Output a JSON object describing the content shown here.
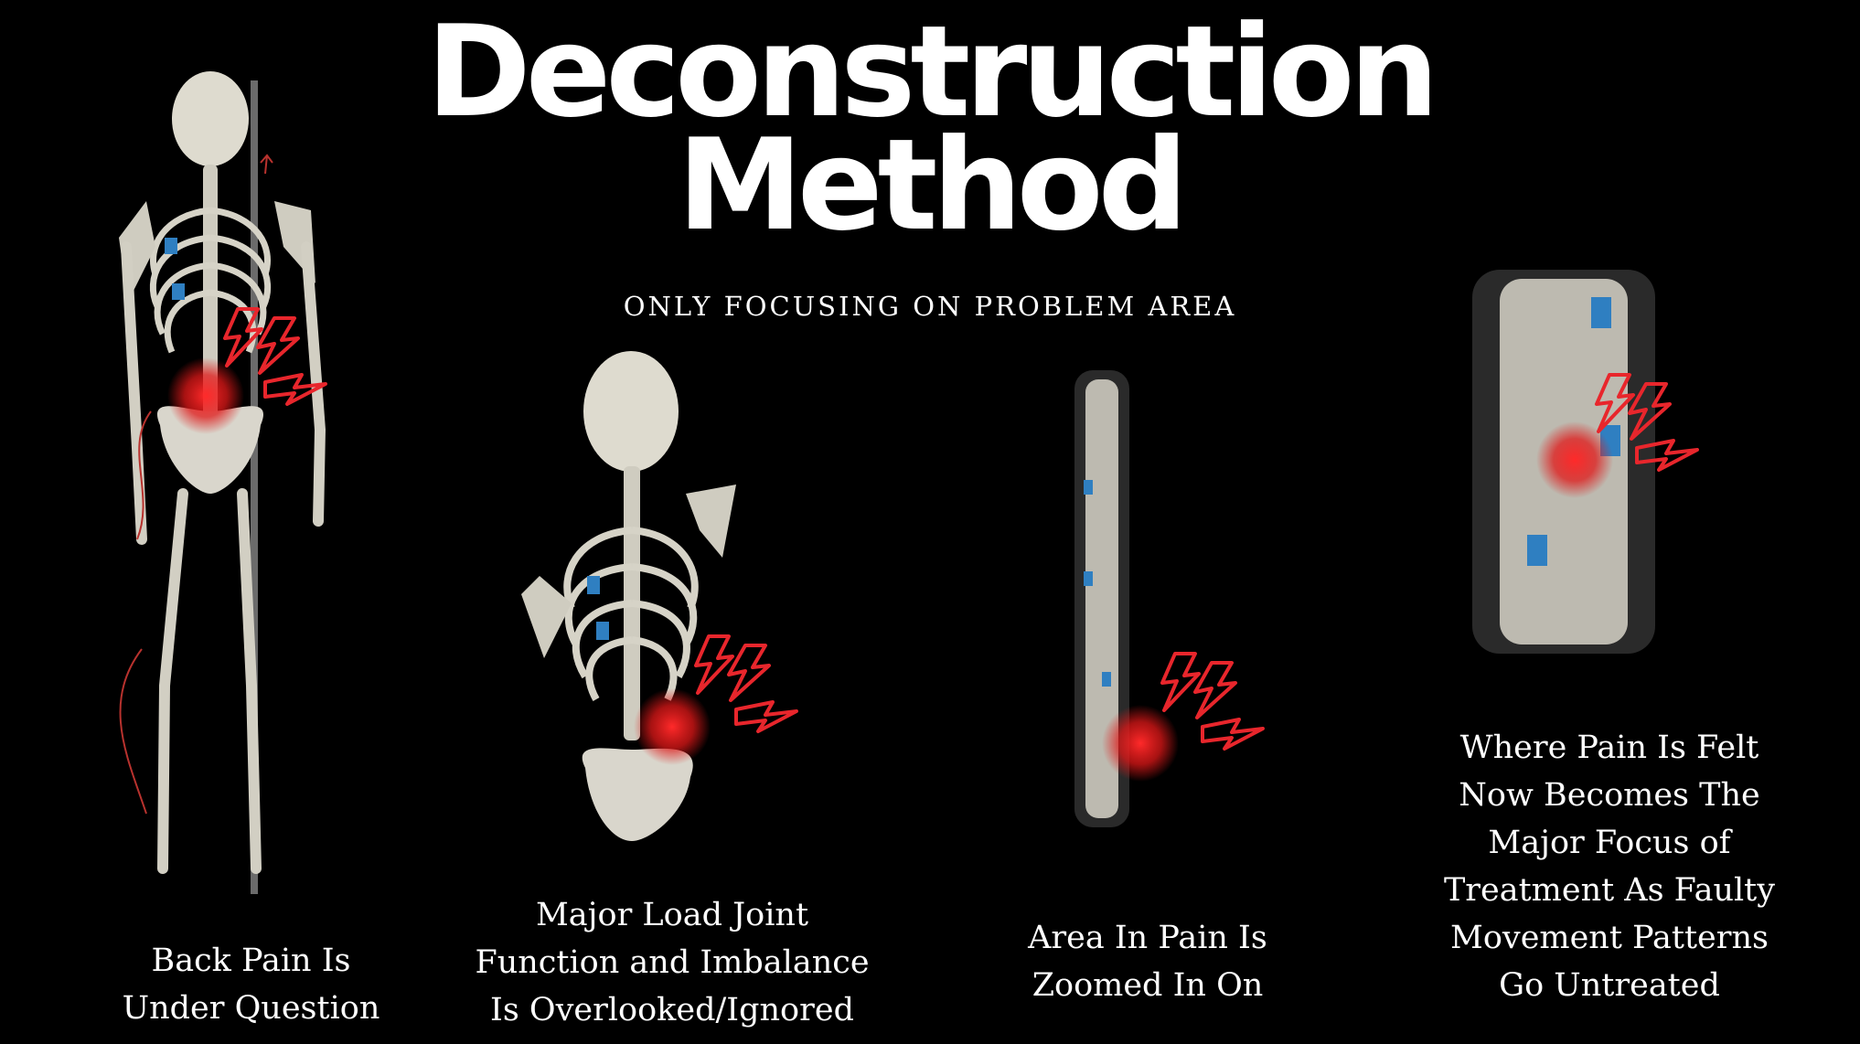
{
  "title": {
    "line1": "Deconstruction",
    "line2": "Method"
  },
  "subtitle": "ONLY FOCUSING ON PROBLEM AREA",
  "panels": [
    {
      "caption": [
        "Back Pain Is",
        "Under Question"
      ]
    },
    {
      "caption": [
        "Major Load Joint",
        "Function and Imbalance",
        "Is Overlooked/Ignored"
      ]
    },
    {
      "caption": [
        "Area In Pain Is",
        "Zoomed In On"
      ]
    },
    {
      "caption": [
        "Where Pain Is Felt",
        "Now Becomes The",
        "Major Focus of",
        "Treatment As Faulty",
        "Movement Patterns",
        "Go Untreated"
      ]
    }
  ],
  "colors": {
    "background": "#000000",
    "text": "#ffffff",
    "pain": "#e8262c",
    "bone": "#d9d6cc",
    "accent": "#2f7fc1"
  }
}
